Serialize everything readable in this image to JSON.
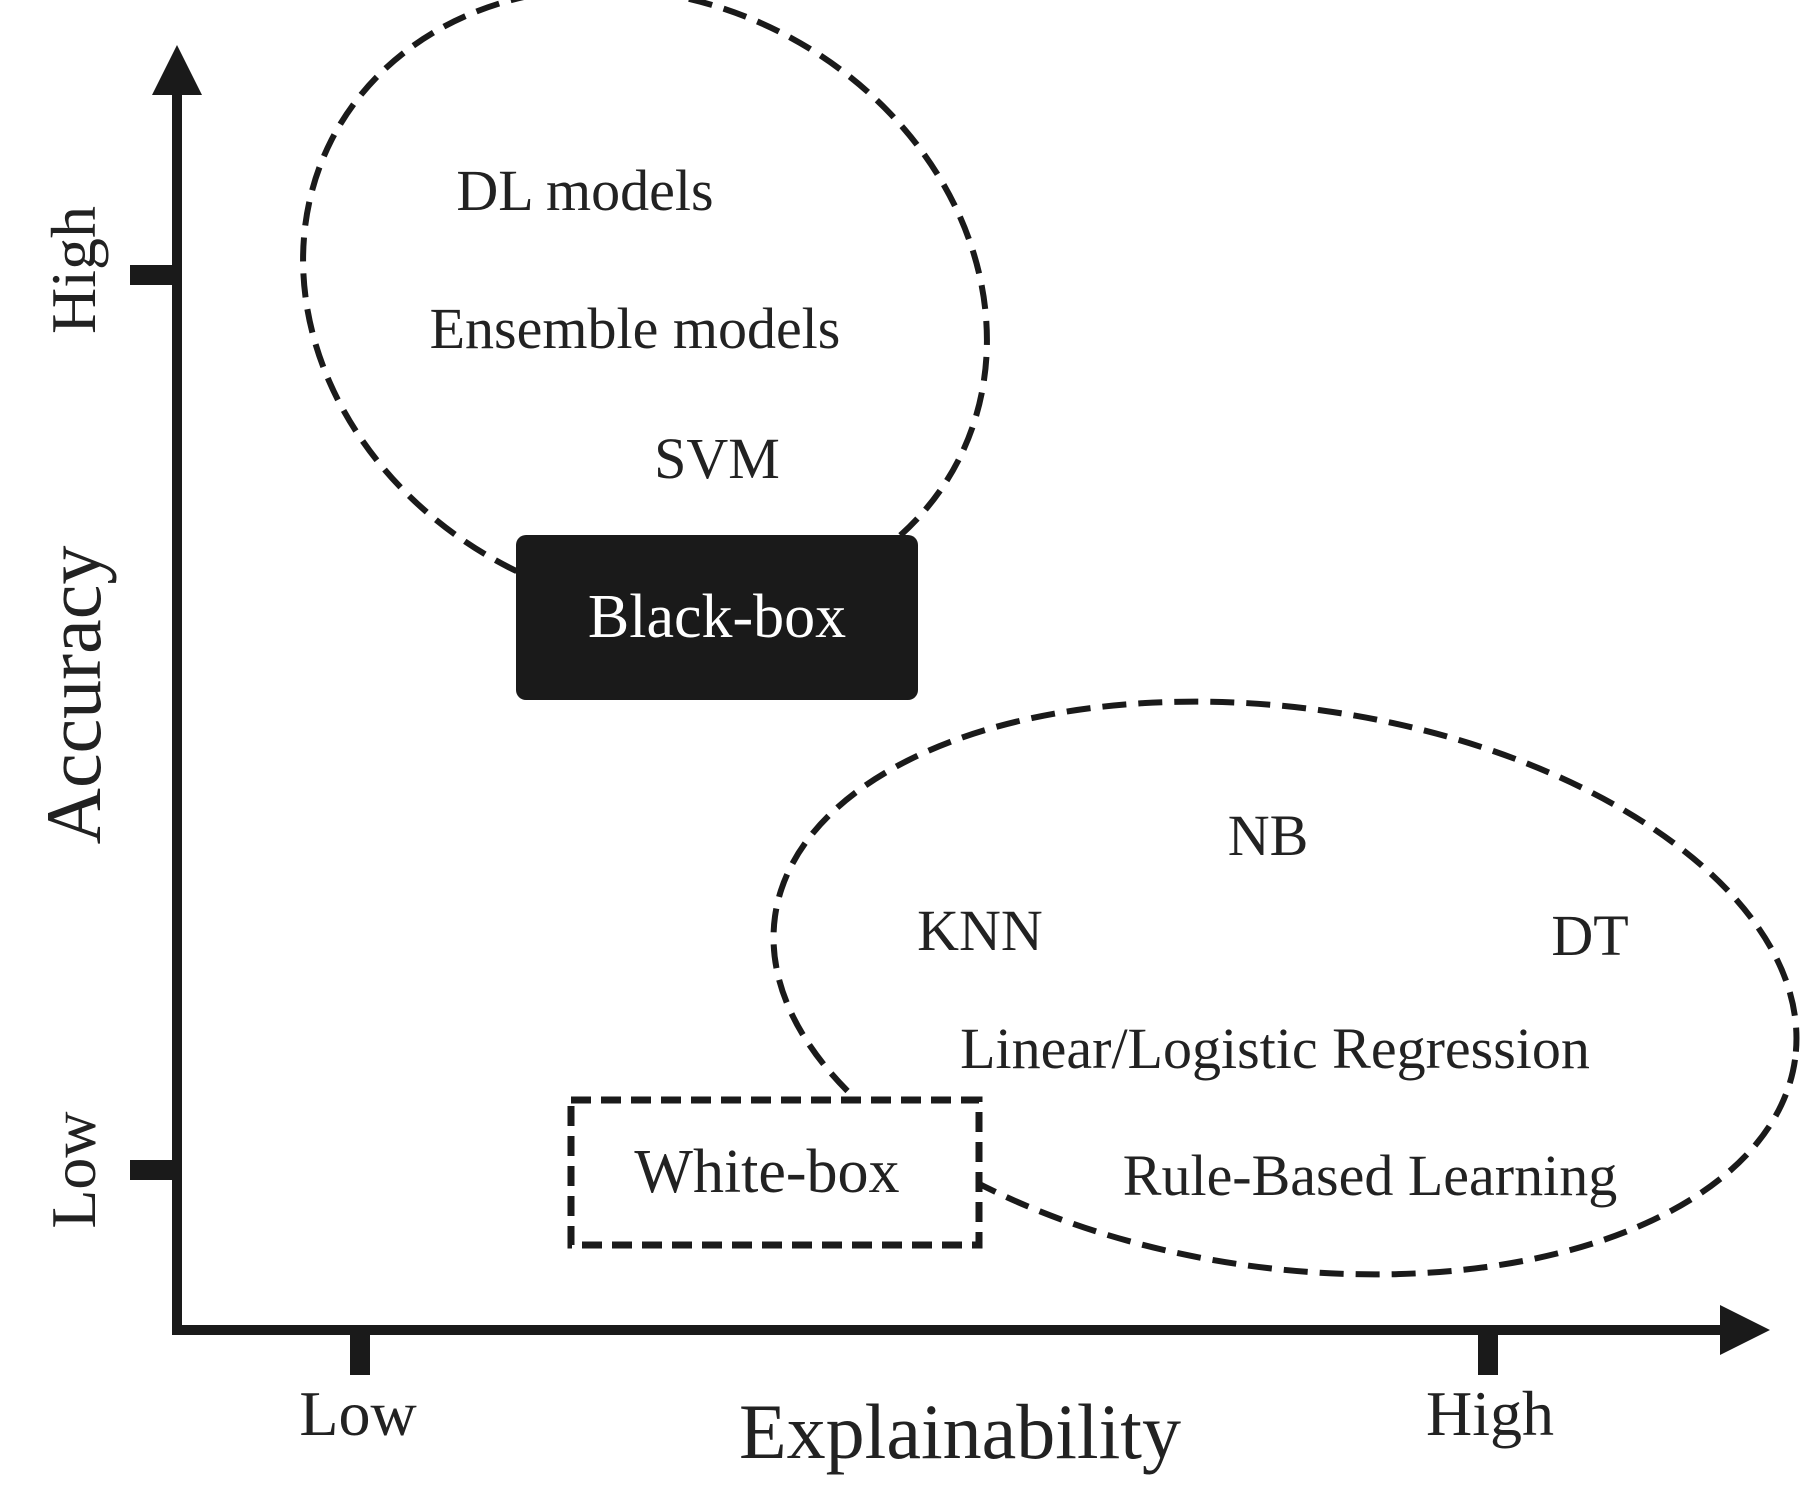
{
  "axes": {
    "x_title": "Explainability",
    "y_title": "Accuracy",
    "x_low": "Low",
    "x_high": "High",
    "y_low": "Low",
    "y_high": "High"
  },
  "black_box": {
    "label": "Black-box",
    "items": [
      "DL models",
      "Ensemble models",
      "SVM"
    ]
  },
  "white_box": {
    "label": "White-box",
    "items": [
      "NB",
      "KNN",
      "DT",
      "Linear/Logistic Regression",
      "Rule-Based Learning"
    ]
  },
  "colors": {
    "ink": "#1a1a1a",
    "box_fill": "#1a1a1a",
    "box_text": "#ffffff"
  }
}
